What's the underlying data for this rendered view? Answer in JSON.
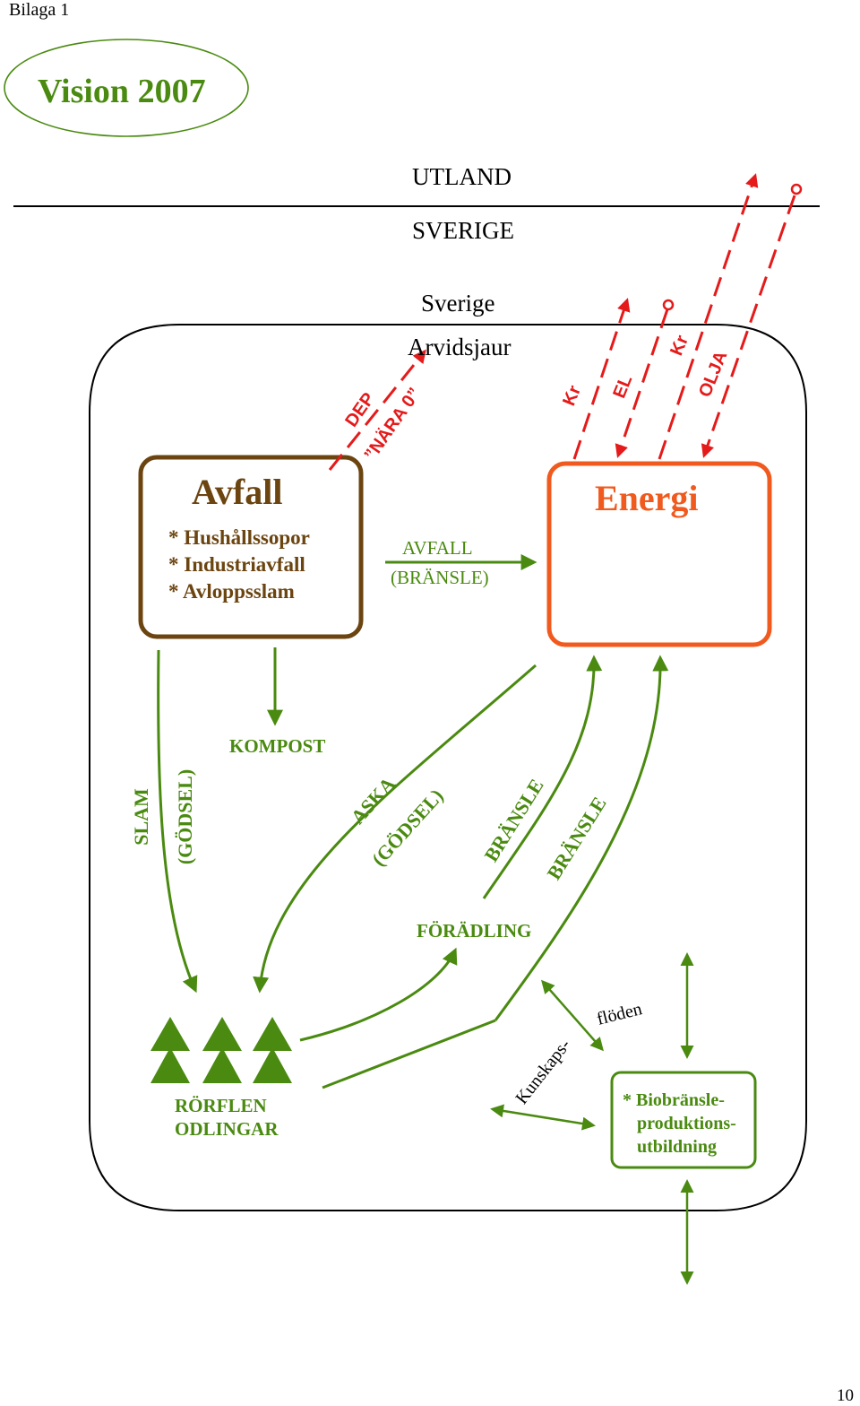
{
  "page": {
    "attachment": "Bilaga 1",
    "page_number": "10"
  },
  "title": "Vision 2007",
  "regions": {
    "abroad": "UTLAND",
    "country": "SVERIGE",
    "sweden": "Sverige",
    "municipality": "Arvidsjaur"
  },
  "waste_box": {
    "title": "Avfall",
    "items": [
      "* Hushållssopor",
      "* Industriavfall",
      "* Avloppsslam"
    ]
  },
  "energy_box": {
    "title": "Energi"
  },
  "education_box": {
    "lines": [
      "* Biobränsle-",
      "produktions-",
      "utbildning"
    ]
  },
  "flows": {
    "dep": "DEP",
    "near_zero": "”NÄRA 0”",
    "kr_1": "Kr",
    "el": "EL",
    "kr_2": "Kr",
    "oil": "OLJA",
    "waste_fuel_1": "AVFALL",
    "waste_fuel_2": "(BRÄNSLE)",
    "compost": "KOMPOST",
    "sludge": "SLAM",
    "fertilizer_1": "(GÖDSEL)",
    "ash": "ASKA",
    "fertilizer_2": "(GÖDSEL)",
    "fuel_1": "BRÄNSLE",
    "fuel_2": "BRÄNSLE",
    "refinement": "FÖRÄDLING",
    "knowledge_1": "Kunskaps-",
    "knowledge_2": "flöden"
  },
  "crops": {
    "line1": "RÖRFLEN",
    "line2": "ODLINGAR"
  },
  "colors": {
    "green": "#4a8a10",
    "red": "#e51a1a",
    "brown": "#6b4410",
    "orange": "#f05a1e"
  }
}
